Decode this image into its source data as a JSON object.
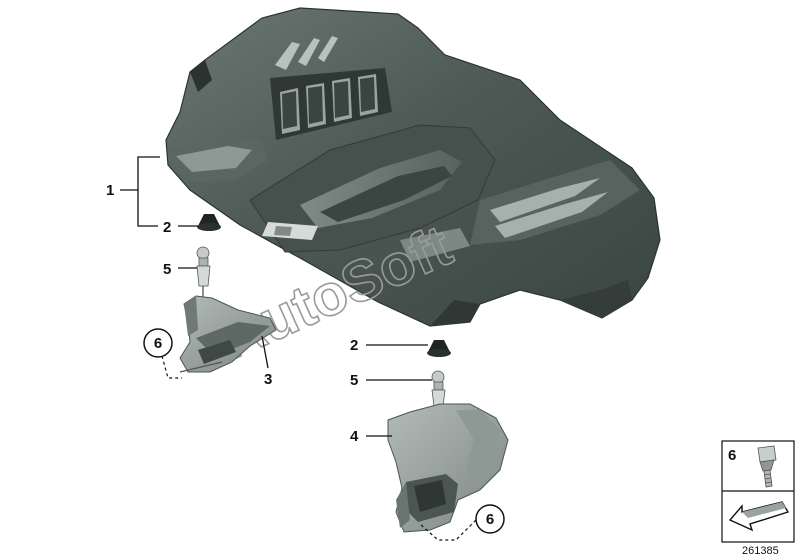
{
  "diagram": {
    "callouts": {
      "p1": "1",
      "p2a": "2",
      "p5a": "5",
      "p6a": "6",
      "p3": "3",
      "p2b": "2",
      "p5b": "5",
      "p4": "4",
      "p6b": "6"
    },
    "legend": {
      "number": "6"
    },
    "watermark": "AutoSoft",
    "doc_number": "261385",
    "colors": {
      "cover_dark": "#3f4a46",
      "cover_mid": "#5e6b66",
      "cover_light": "#8a9692",
      "bracket_gray": "#9aa3a0",
      "bracket_dark": "#4b5552",
      "ink": "#111111"
    }
  }
}
